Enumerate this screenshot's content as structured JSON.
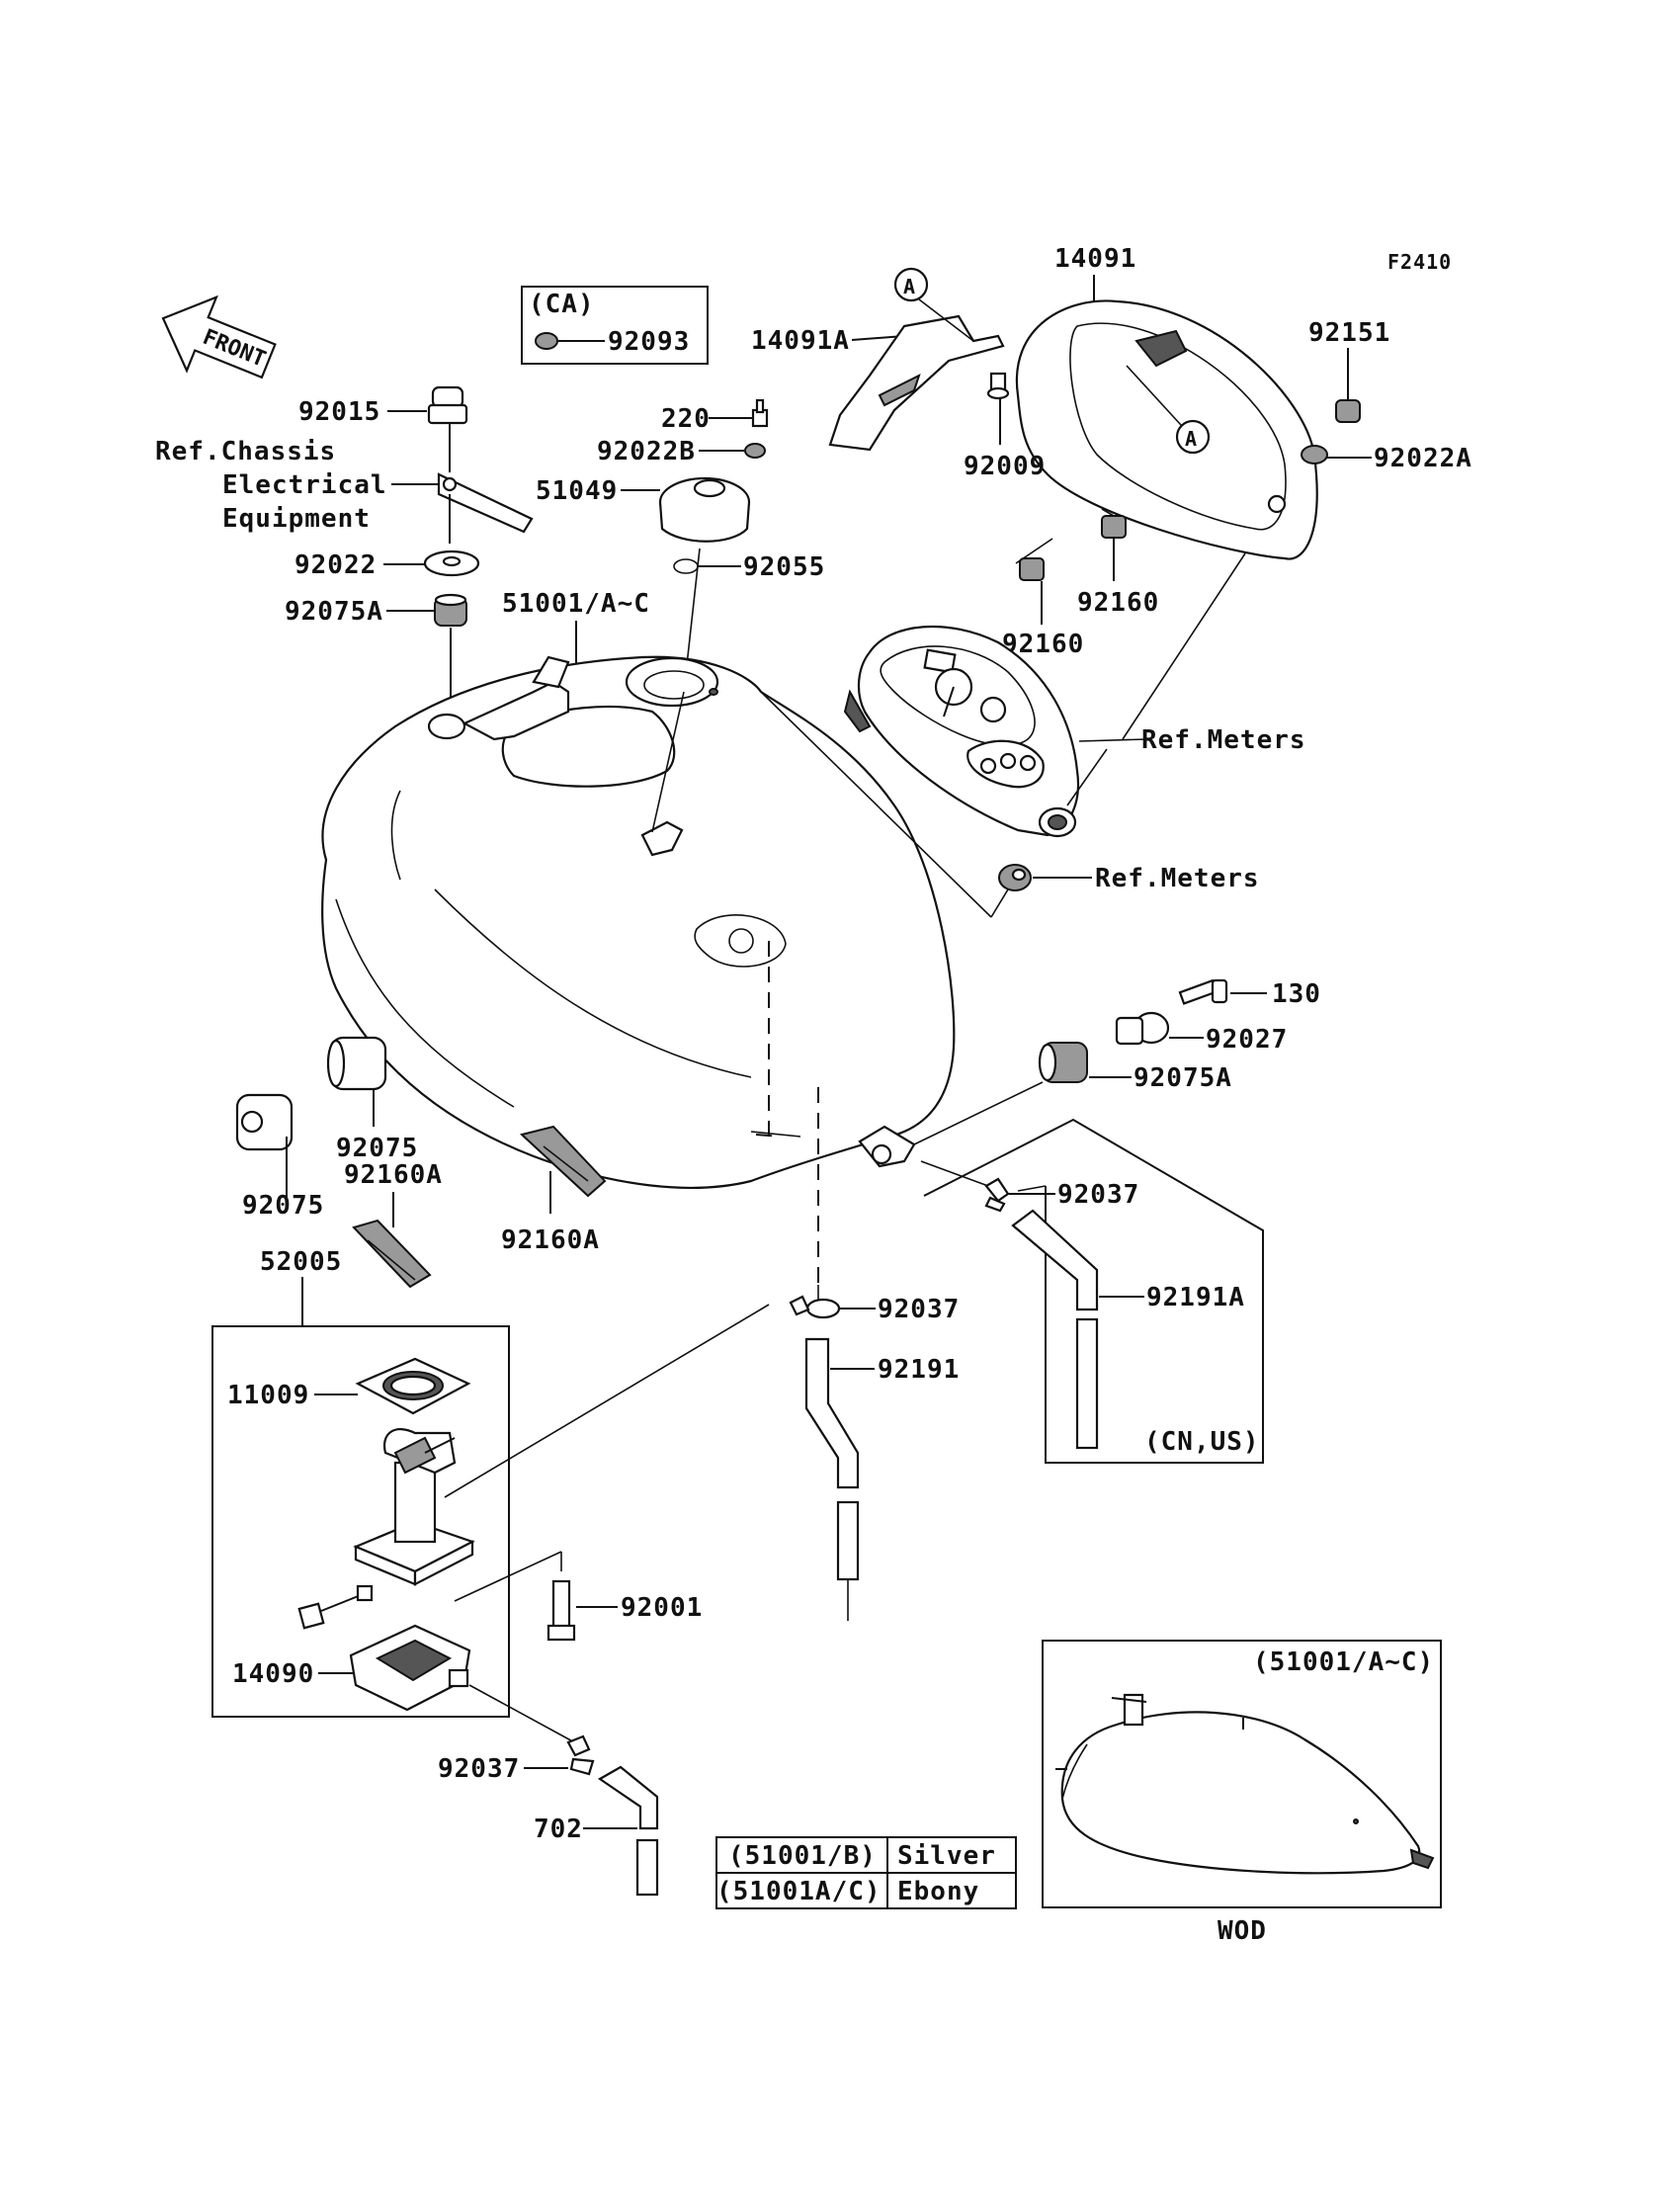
{
  "figure_code": "F2410",
  "front_arrow": "FRONT",
  "labels": {
    "p14091": "14091",
    "p14091A": "14091A",
    "p92151": "92151",
    "p92022A": "92022A",
    "p92009": "92009",
    "p92160_a": "92160",
    "p92160_b": "92160",
    "ref_meters_1": "Ref.Meters",
    "ref_meters_2": "Ref.Meters",
    "ca_title": "(CA)",
    "p92093": "92093",
    "p220": "220",
    "p92022B": "92022B",
    "p51049": "51049",
    "p92055": "92055",
    "p92015": "92015",
    "ref_chassis_1": "Ref.Chassis",
    "ref_chassis_2": "Electrical",
    "ref_chassis_3": "Equipment",
    "p92022": "92022",
    "p92075A_top": "92075A",
    "p51001": "51001/A~C",
    "p130": "130",
    "p92027": "92027",
    "p92075A_right": "92075A",
    "p92037_right": "92037",
    "p92191A": "92191A",
    "cn_us": "(CN,US)",
    "p92037_mid": "92037",
    "p92191": "92191",
    "p92075_a": "92075",
    "p92075_b": "92075",
    "p92160A_a": "92160A",
    "p92160A_b": "92160A",
    "p52005": "52005",
    "p11009": "11009",
    "p92001": "92001",
    "p14090": "14090",
    "p92037_low": "92037",
    "p702": "702",
    "wod_title": "(51001/A~C)",
    "wod": "WOD",
    "marker_a_1": "A",
    "marker_a_2": "A"
  },
  "color_table": [
    {
      "part": "(51001/B)",
      "color": "Silver"
    },
    {
      "part": "(51001A/C)",
      "color": "Ebony"
    }
  ]
}
